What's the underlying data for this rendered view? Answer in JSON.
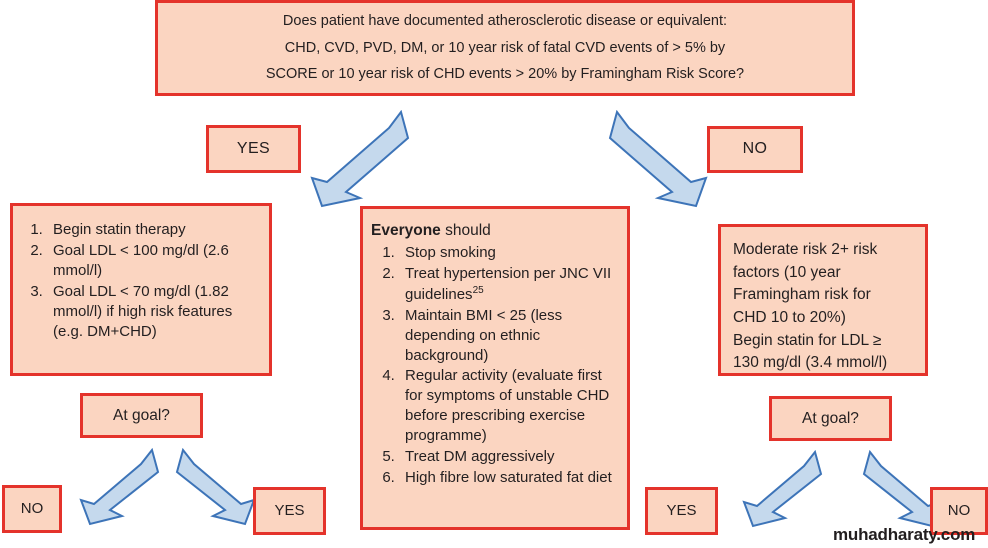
{
  "colors": {
    "box_fill": "#fbd5c1",
    "box_border": "#e4332b",
    "arrow_fill": "#c5d9ed",
    "arrow_border": "#3d74b8",
    "text": "#231f20"
  },
  "question_box": {
    "lines": [
      "Does patient have documented atherosclerotic disease  or equivalent:",
      "CHD, CVD, PVD, DM, or 10 year risk of fatal CVD events of > 5% by",
      "SCORE or 10 year risk of CHD events > 20% by Framingham Risk Score?"
    ]
  },
  "branch_labels": {
    "yes_top": "YES",
    "no_top": "NO"
  },
  "left_box": {
    "items": [
      "Begin statin therapy",
      "Goal LDL < 100 mg/dl (2.6 mmol/l)",
      "Goal LDL < 70 mg/dl (1.82 mmol/l) if high risk features (e.g. DM+CHD)"
    ]
  },
  "center_box": {
    "heading_bold": "Everyone",
    "heading_rest": " should",
    "items": [
      "Stop smoking",
      "Treat hypertension per JNC VII guidelines",
      "Maintain BMI < 25 (less depending on ethnic background)",
      "Regular activity (evaluate first for symptoms of unstable CHD before prescribing exercise programme)",
      "Treat DM aggressively",
      "High fibre low saturated fat diet"
    ],
    "item2_superscript": "25"
  },
  "right_box": {
    "lines": [
      "Moderate risk 2+ risk",
      "factors (10 year",
      "Framingham risk for",
      "CHD 10 to 20%)",
      "Begin statin for LDL ≥",
      "130 mg/dl (3.4 mmol/l)"
    ]
  },
  "left_decision": {
    "question": "At goal?",
    "no_label": "NO",
    "yes_label": "YES"
  },
  "right_decision": {
    "question": "At goal?",
    "yes_label": "YES",
    "no_label": "NO"
  },
  "watermark": {
    "text": "muhadharaty.com"
  }
}
